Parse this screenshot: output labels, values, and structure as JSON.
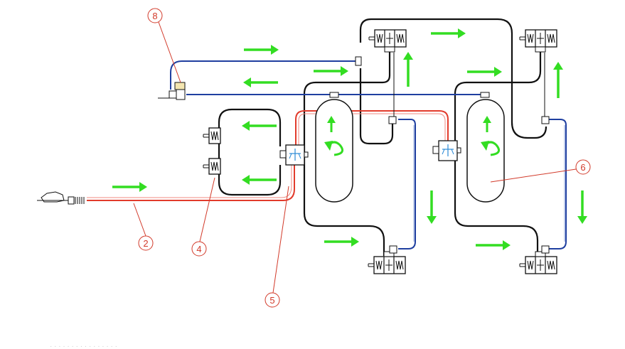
{
  "diagram": {
    "colors": {
      "pressure_line": "#e23b2c",
      "pilot_line": "#1f3fa0",
      "hose_line": "#111111",
      "flow_arrow": "#33dd22",
      "callout": "#d23a2a"
    },
    "callouts": {
      "c2": "2",
      "c4": "4",
      "c5": "5",
      "c6": "6",
      "c8": "8"
    },
    "components": {
      "left_tank": "tank",
      "right_tank": "tank",
      "left_manifold": "manifold-block",
      "right_manifold": "manifold-block",
      "upper_left_valve": "solenoid-valve",
      "upper_right_valve": "solenoid-valve",
      "lower_left_valve": "solenoid-valve",
      "lower_right_valve": "solenoid-valve",
      "upper_small_valve": "solenoid-valve",
      "lower_small_valve": "solenoid-valve",
      "pressure_switch": "pressure-switch",
      "inlet_fitting": "inlet-connector"
    },
    "footer_text": "· · · · · · · · · · · · · · · ·"
  }
}
